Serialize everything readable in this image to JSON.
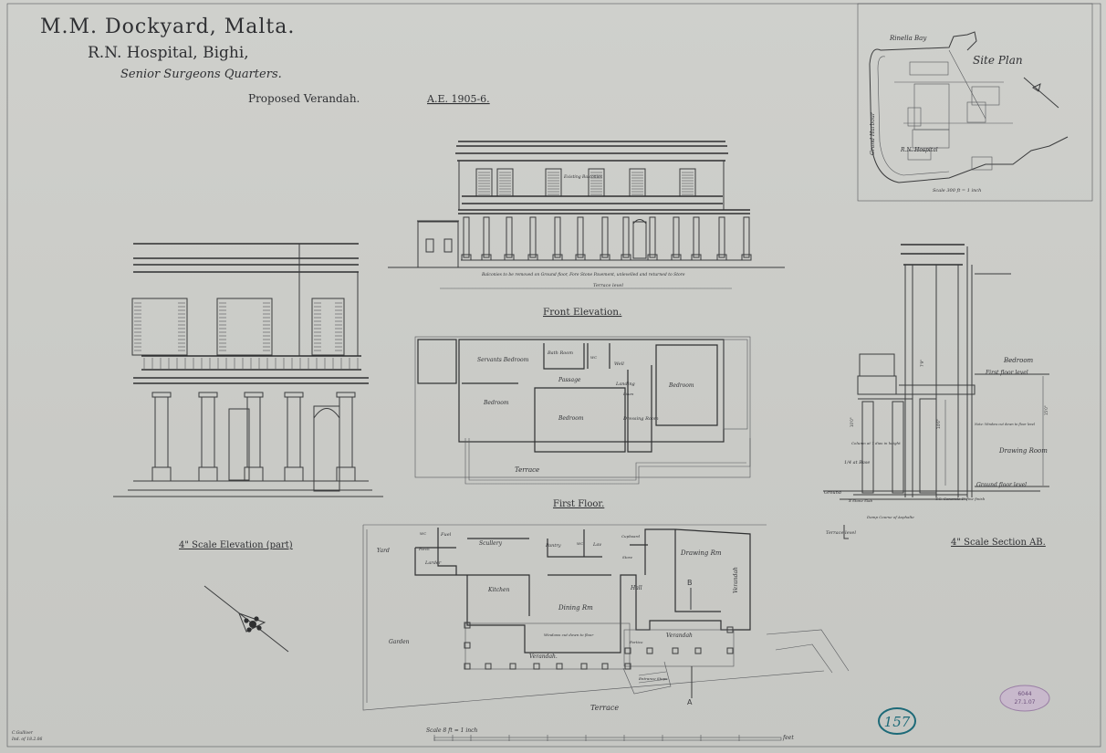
{
  "title": {
    "line1": "M.M. Dockyard, Malta.",
    "line2": "R.N. Hospital, Bighi,",
    "line3": "Senior Surgeons Quarters.",
    "subject": "Proposed Verandah.",
    "estimate": "A.E. 1905-6."
  },
  "site_plan": {
    "title": "Site Plan",
    "bay": "Rinella Bay",
    "harbour": "Grand Harbour",
    "hospital": "R.N. Hospital",
    "scale": "Scale 300 ft = 1 inch"
  },
  "front_elevation": {
    "title": "Front Elevation.",
    "note": "Balconies to be removed on Ground floor, Fore Stone Pavement, unlevelled and returned to Store",
    "terrace_level": "Terrace level",
    "balcony_note": "Existing Balconies"
  },
  "scale_elevation": {
    "title": "4\" Scale Elevation (part)"
  },
  "first_floor": {
    "title": "First Floor.",
    "rooms": [
      "Servants Bedroom",
      "Bath Room",
      "WC",
      "Well",
      "Passage",
      "Landing",
      "Bedroom",
      "Bedroom",
      "Bedroom",
      "Dressing Room",
      "Linen",
      "Terrace"
    ]
  },
  "ground_floor": {
    "rooms": [
      "Yard",
      "WC",
      "Fuel",
      "Porch",
      "Larder",
      "Scullery",
      "Pantry",
      "WC",
      "Lav",
      "Cupboard",
      "Store",
      "Kitchen",
      "Dining Rm",
      "Hall",
      "Drawing Rm",
      "Verandah",
      "Garden",
      "Verandah.",
      "Portico",
      "Verandah",
      "Entrance Steps",
      "Terrace"
    ],
    "window_note": "Windows cut down to floor",
    "section_a": "A",
    "section_b": "B"
  },
  "section_ab": {
    "title": "4\" Scale Section AB.",
    "labels": [
      "Bedroom",
      "First floor level",
      "Drawing Room",
      "Ground floor level",
      "Ground",
      "Column at 7 dias in height",
      "1/4 at Base",
      "Terrace level",
      "X Stone Slab",
      "T.C. Concrete 1\" fine finish",
      "Damp Course of Asphalte",
      "Note: Window cut down to floor level"
    ],
    "dimensions": [
      "7'9\"",
      "10'0\"",
      "14'6\"",
      "15'0\""
    ]
  },
  "scale_bar": {
    "label": "Scale 8 ft = 1 inch",
    "unit": "feet"
  },
  "sheet_number": "157",
  "stamp": {
    "line1": "6044",
    "line2": "27.1.07"
  },
  "corner_note": {
    "line1": "C.Gulliver",
    "line2": "Ind. of 18.2.06"
  }
}
